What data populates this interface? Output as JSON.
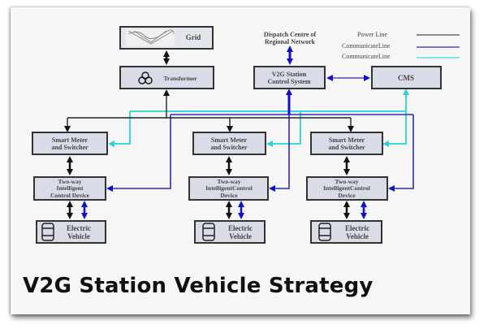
{
  "caption": "V2G Station Vehicle Strategy",
  "colors": {
    "power_line": "#222222",
    "communicate_line_1": "#2a2ab8",
    "communicate_line_2": "#3fd6d6",
    "box_fill": "#d9dce6"
  },
  "nodes": {
    "grid": "Grid",
    "transformer": "Transformer",
    "dispatch": [
      "Dispatch Centre of",
      "Regional Network"
    ],
    "v2g": [
      "V2G Station",
      "Control System"
    ],
    "cms": "CMS",
    "smart_meter": [
      "Smart Meter",
      "and Switcher"
    ],
    "two_way_1": [
      "Two-way",
      "Intelligent",
      "Control Device"
    ],
    "two_way_2": [
      "Two-way",
      "IntelligentControl",
      "Device"
    ],
    "ev": [
      "Electric",
      "Vehicle"
    ]
  },
  "legend": [
    {
      "label": "Power Line",
      "type": "power"
    },
    {
      "label": "CommunicateLine",
      "type": "comm1"
    },
    {
      "label": "CommunicateLine",
      "type": "comm2"
    }
  ]
}
